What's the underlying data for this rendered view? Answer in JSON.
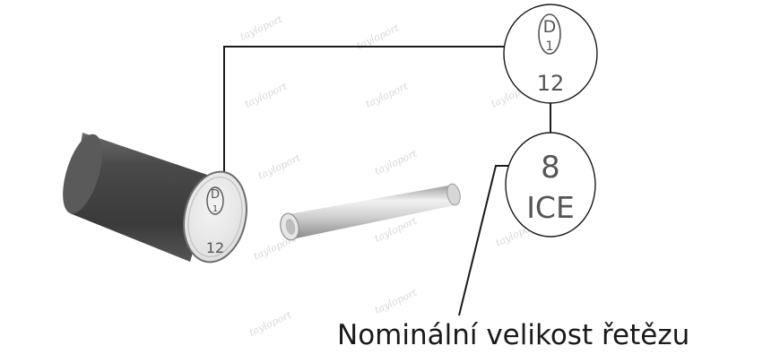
{
  "pin_end": {
    "logo_letter": "D",
    "logo_digit": "1",
    "size_number": "12"
  },
  "callout_top": {
    "logo_letter": "D",
    "logo_digit": "1",
    "size_number": "12"
  },
  "callout_bottom": {
    "size_number": "8",
    "grade_text": "ICE"
  },
  "caption": "Nominální velikost řetězu",
  "watermark": "tayloport",
  "colors": {
    "pin_body": "#4a4a4a",
    "pin_face": "#ececec",
    "roll_pin": "#c9c9c9",
    "line": "#1a1a1a",
    "callout_text": "#555555"
  }
}
